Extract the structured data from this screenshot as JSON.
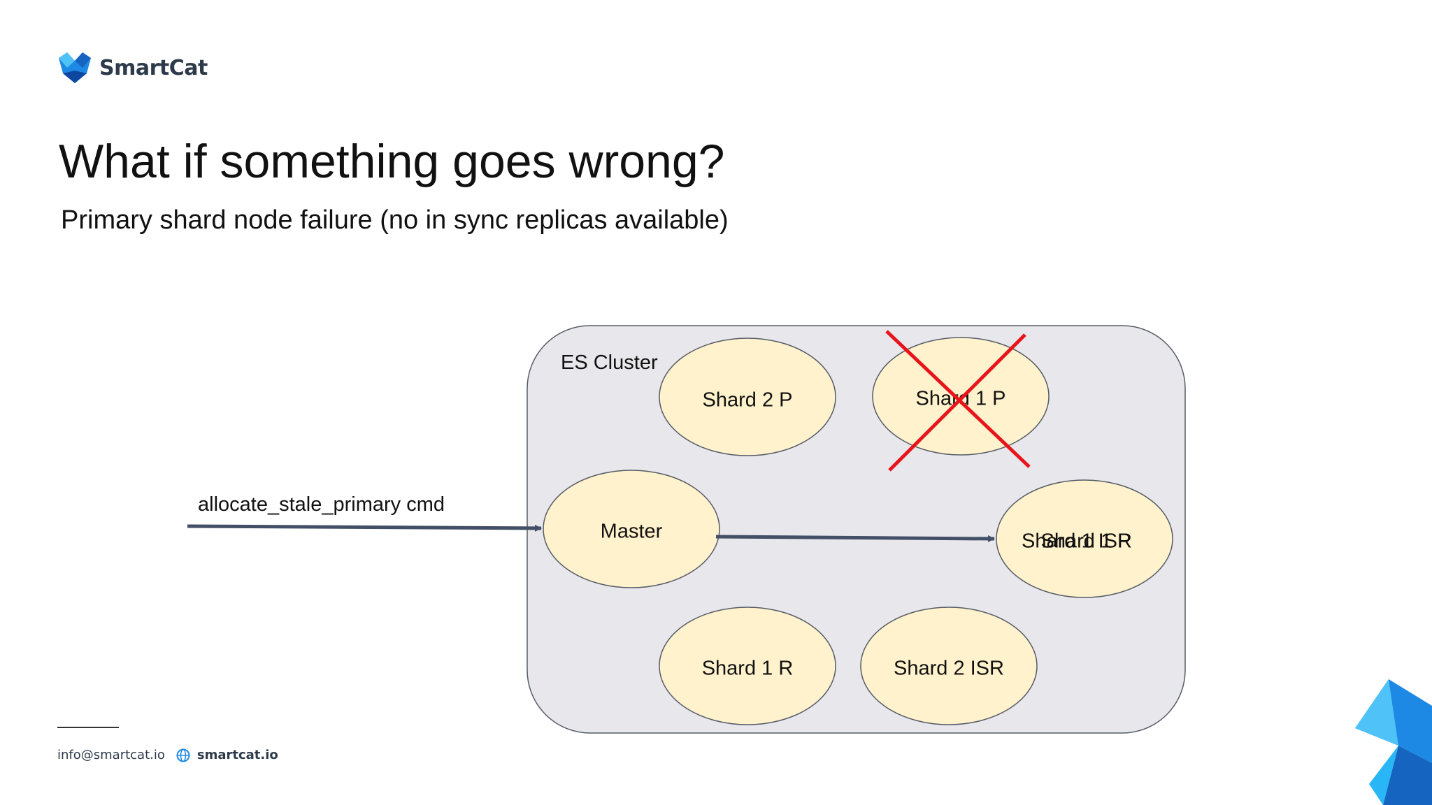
{
  "brand": {
    "name": "SmartCat",
    "colors": {
      "accent": "#1e88e5",
      "accent_light": "#4fc3f7",
      "text": "#2d3a4a"
    }
  },
  "slide": {
    "title": "What if something goes wrong?",
    "subtitle": "Primary shard node failure (no in sync replicas available)"
  },
  "diagram": {
    "cluster_label": "ES Cluster",
    "command_label": "allocate_stale_primary cmd",
    "nodes": {
      "shard2p": "Shard 2 P",
      "shard1p": "Shard 1 P",
      "master": "Master",
      "right_overlap_a": "Shard 1 ISR",
      "right_overlap_b": "Shard 1 P",
      "shard1r": "Shard 1 R",
      "shard2isr": "Shard 2 ISR"
    },
    "failed_node": "Shard 1 P",
    "colors": {
      "node_fill": "#fff2cc",
      "cluster_fill": "#e8e8ec",
      "arrow": "#434f66",
      "failure": "#e8141c"
    }
  },
  "footer": {
    "email": "info@smartcat.io",
    "website": "smartcat.io",
    "globe_icon": "globe-icon"
  }
}
